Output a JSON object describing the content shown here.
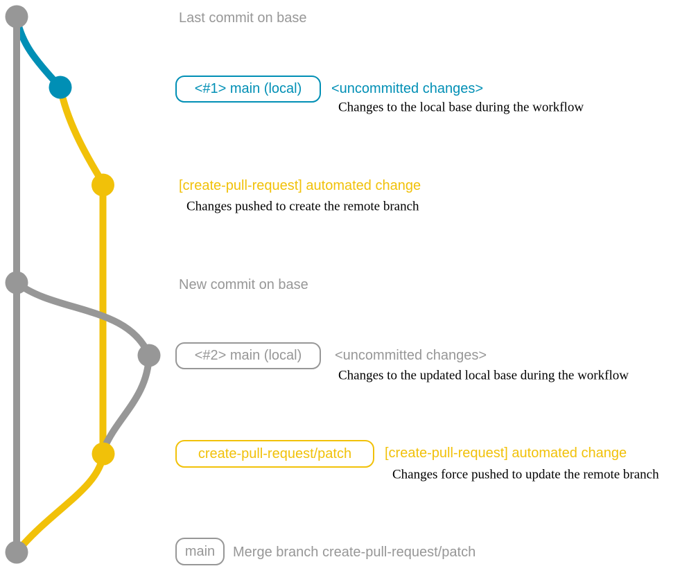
{
  "colors": {
    "gray": "#979797",
    "blue": "#008fb5",
    "yellow": "#f1c109",
    "note_text": "#000000",
    "background": "#ffffff"
  },
  "annotations": {
    "row1": {
      "message": "Last commit on base"
    },
    "row2": {
      "branch_label": "<#1> main (local)",
      "message": "<uncommitted changes>",
      "note": "Changes to the local base during the workflow"
    },
    "row3": {
      "message": "[create-pull-request] automated change",
      "note": "Changes pushed to create the remote branch"
    },
    "row4": {
      "message": "New commit on base"
    },
    "row5": {
      "branch_label": "<#2> main (local)",
      "message": "<uncommitted changes>",
      "note": "Changes to the updated local base during the workflow"
    },
    "row6": {
      "branch_label": "create-pull-request/patch",
      "message": "[create-pull-request] automated change",
      "note": "Changes force pushed to update the remote branch"
    },
    "row7": {
      "branch_label": "main",
      "message": "Merge branch create-pull-request/patch"
    }
  }
}
